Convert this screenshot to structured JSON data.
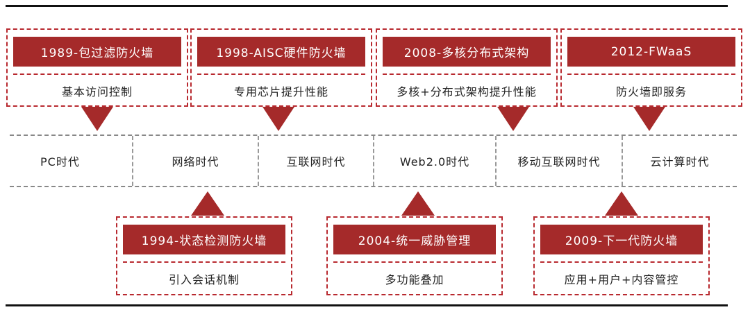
{
  "milestones_top": [
    {
      "title": "1989-包过滤防火墙",
      "desc": "基本访问控制"
    },
    {
      "title": "1998-AISC硬件防火墙",
      "desc": "专用芯片提升性能"
    },
    {
      "title": "2008-多核分布式架构",
      "desc": "多核+分布式架构提升性能"
    },
    {
      "title": "2012-FWaaS",
      "desc": "防火墙即服务"
    }
  ],
  "milestones_bottom": [
    {
      "title": "1994-状态检测防火墙",
      "desc": "引入会话机制"
    },
    {
      "title": "2004-统一威胁管理",
      "desc": "多功能叠加"
    },
    {
      "title": "2009-下一代防火墙",
      "desc": "应用+用户+内容管控"
    }
  ],
  "eras": [
    "PC时代",
    "网络时代",
    "互联网时代",
    "Web2.0时代",
    "移动互联网时代",
    "云计算时代"
  ],
  "colors": {
    "accent": "#a52a2a",
    "border": "#b8292f"
  }
}
